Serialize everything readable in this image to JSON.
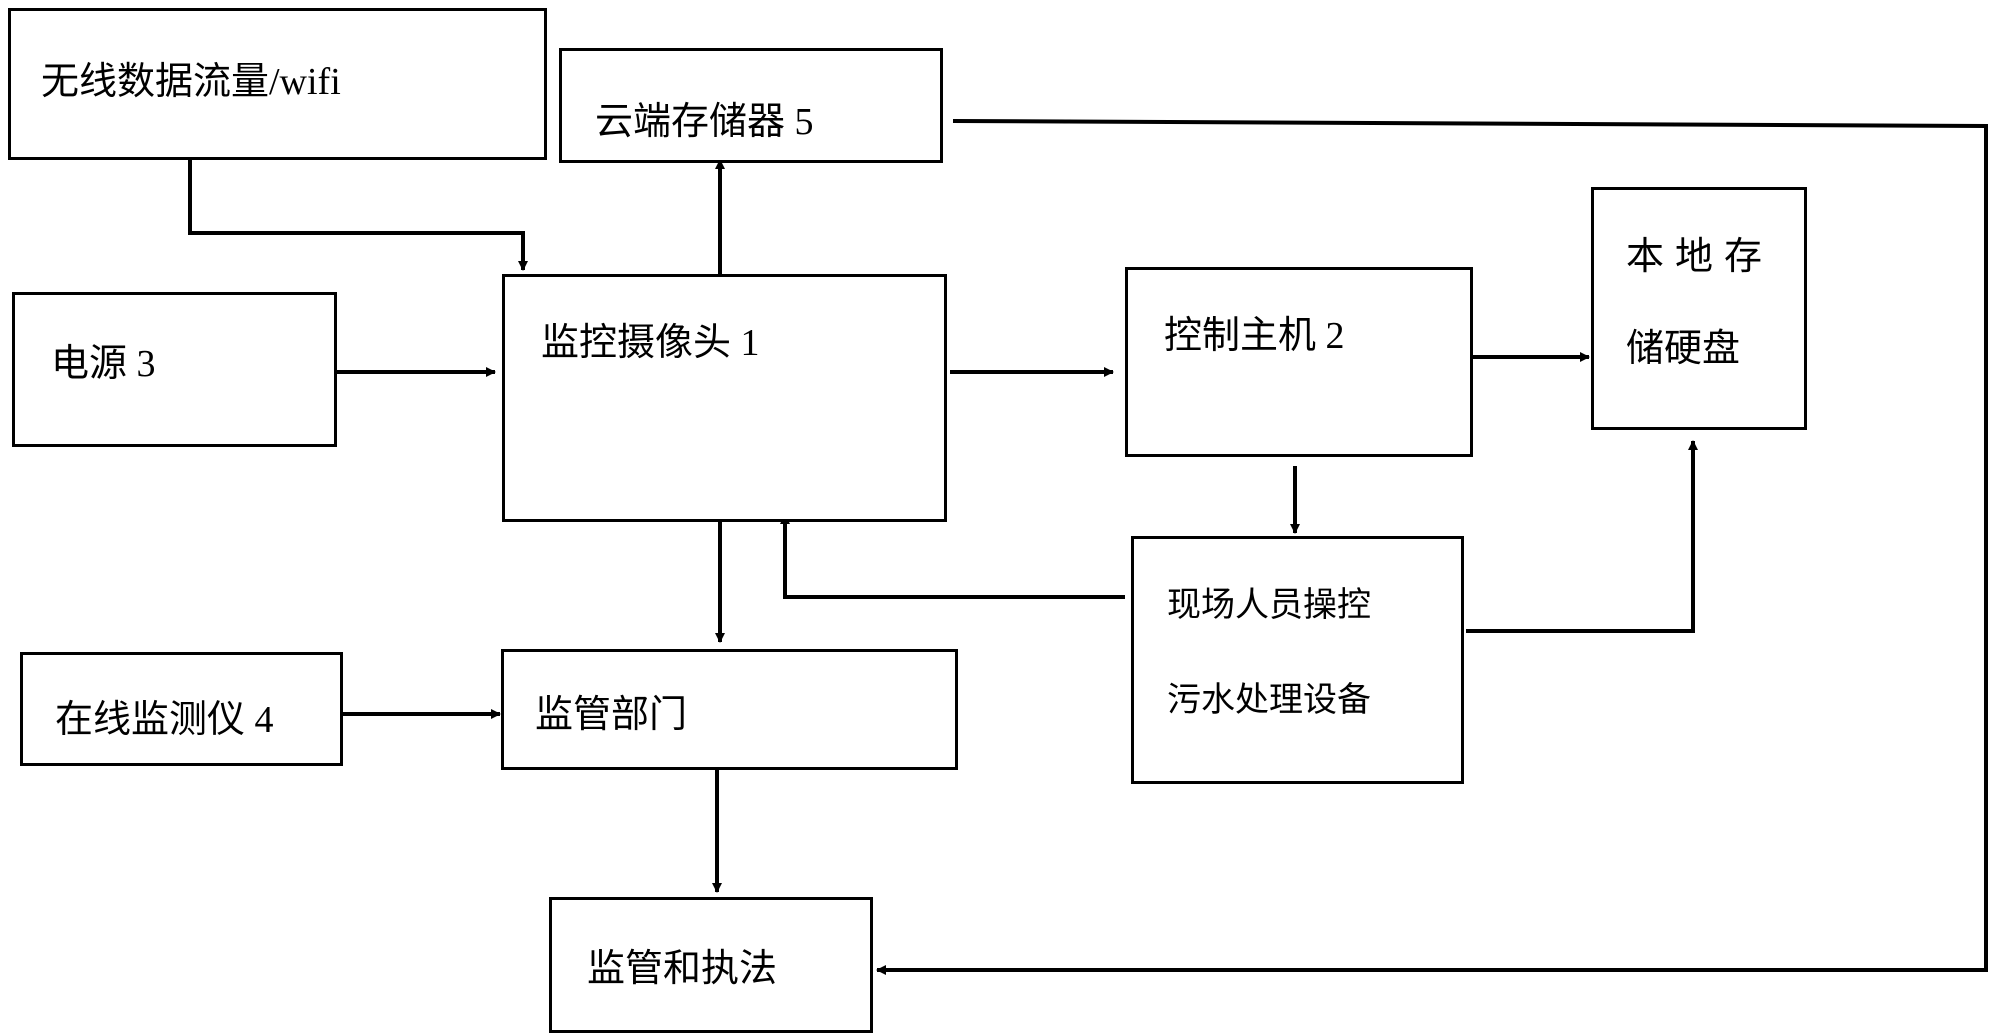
{
  "nodes": {
    "wireless": "无线数据流量/wifi",
    "cloud": "云端存储器 5",
    "power": "电源 3",
    "camera": "监控摄像头 1",
    "host": "控制主机 2",
    "local_storage_line1": "本地存",
    "local_storage_line2": "储硬盘",
    "operator_line1": "现场人员操控",
    "operator_line2": "污水处理设备",
    "monitor": "在线监测仪 4",
    "regulator": "监管部门",
    "enforcement": "监管和执法"
  },
  "colors": {
    "stroke": "#000000",
    "background": "#ffffff"
  }
}
